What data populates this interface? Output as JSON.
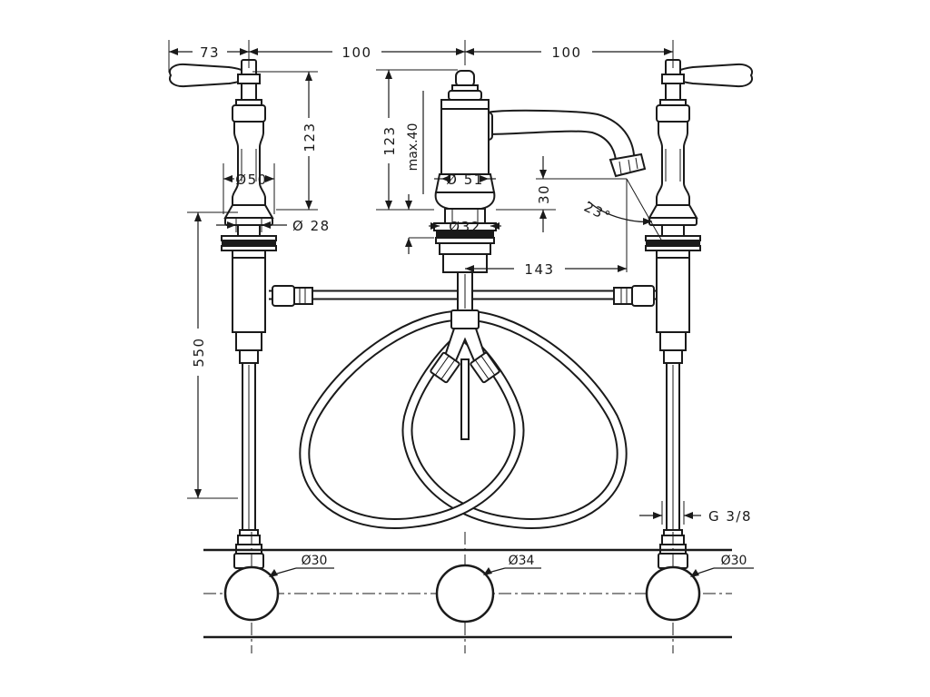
{
  "dimensions": {
    "handle_offset": "73",
    "spacing_left": "100",
    "spacing_right": "100",
    "valve_height": "123",
    "spout_height": "123",
    "max_thickness": "max.40",
    "valve_diameter": "Ø50",
    "spout_base_diameter": "Ø 51",
    "valve_shank_diameter": "Ø 28",
    "spout_shank_diameter": "Ø32",
    "outlet_height": "30",
    "outlet_angle": "23°",
    "spout_reach": "143",
    "supply_length": "550",
    "connection_thread": "G 3/8"
  },
  "hole_plan": {
    "left_hole": "Ø30",
    "center_hole": "Ø34",
    "right_hole": "Ø30"
  }
}
